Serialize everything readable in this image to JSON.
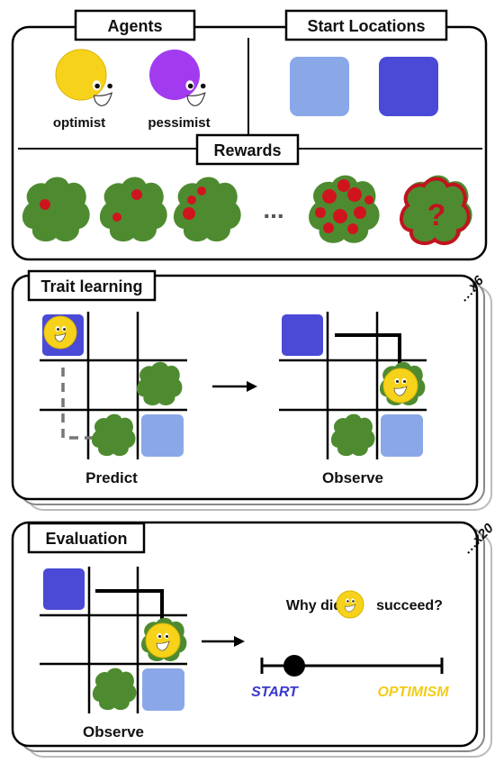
{
  "agents": {
    "title": "Agents",
    "items": [
      {
        "label": "optimist",
        "color": "#F7D21B"
      },
      {
        "label": "pessimist",
        "color": "#A23BEF"
      }
    ]
  },
  "start_locations": {
    "title": "Start Locations",
    "colors": [
      "#8AA8E8",
      "#4A4AD6"
    ]
  },
  "rewards": {
    "title": "Rewards",
    "ellipsis": "...",
    "unknown_mark": "?"
  },
  "trait_learning": {
    "title": "Trait learning",
    "repeat": "x6",
    "predict_label": "Predict",
    "observe_label": "Observe"
  },
  "evaluation": {
    "title": "Evaluation",
    "repeat": "x20",
    "observe_label": "Observe",
    "question_prefix": "Why did",
    "question_suffix": "succeed?",
    "scale_left": "START",
    "scale_right": "OPTIMISM",
    "scale_value": 0.18
  },
  "colors": {
    "bush": "#4E8B30",
    "berry": "#D0141E",
    "start_light": "#8AA8E8",
    "start_dark": "#4A4AD6",
    "optimist": "#F7D21B",
    "pessimist": "#A23BEF"
  }
}
